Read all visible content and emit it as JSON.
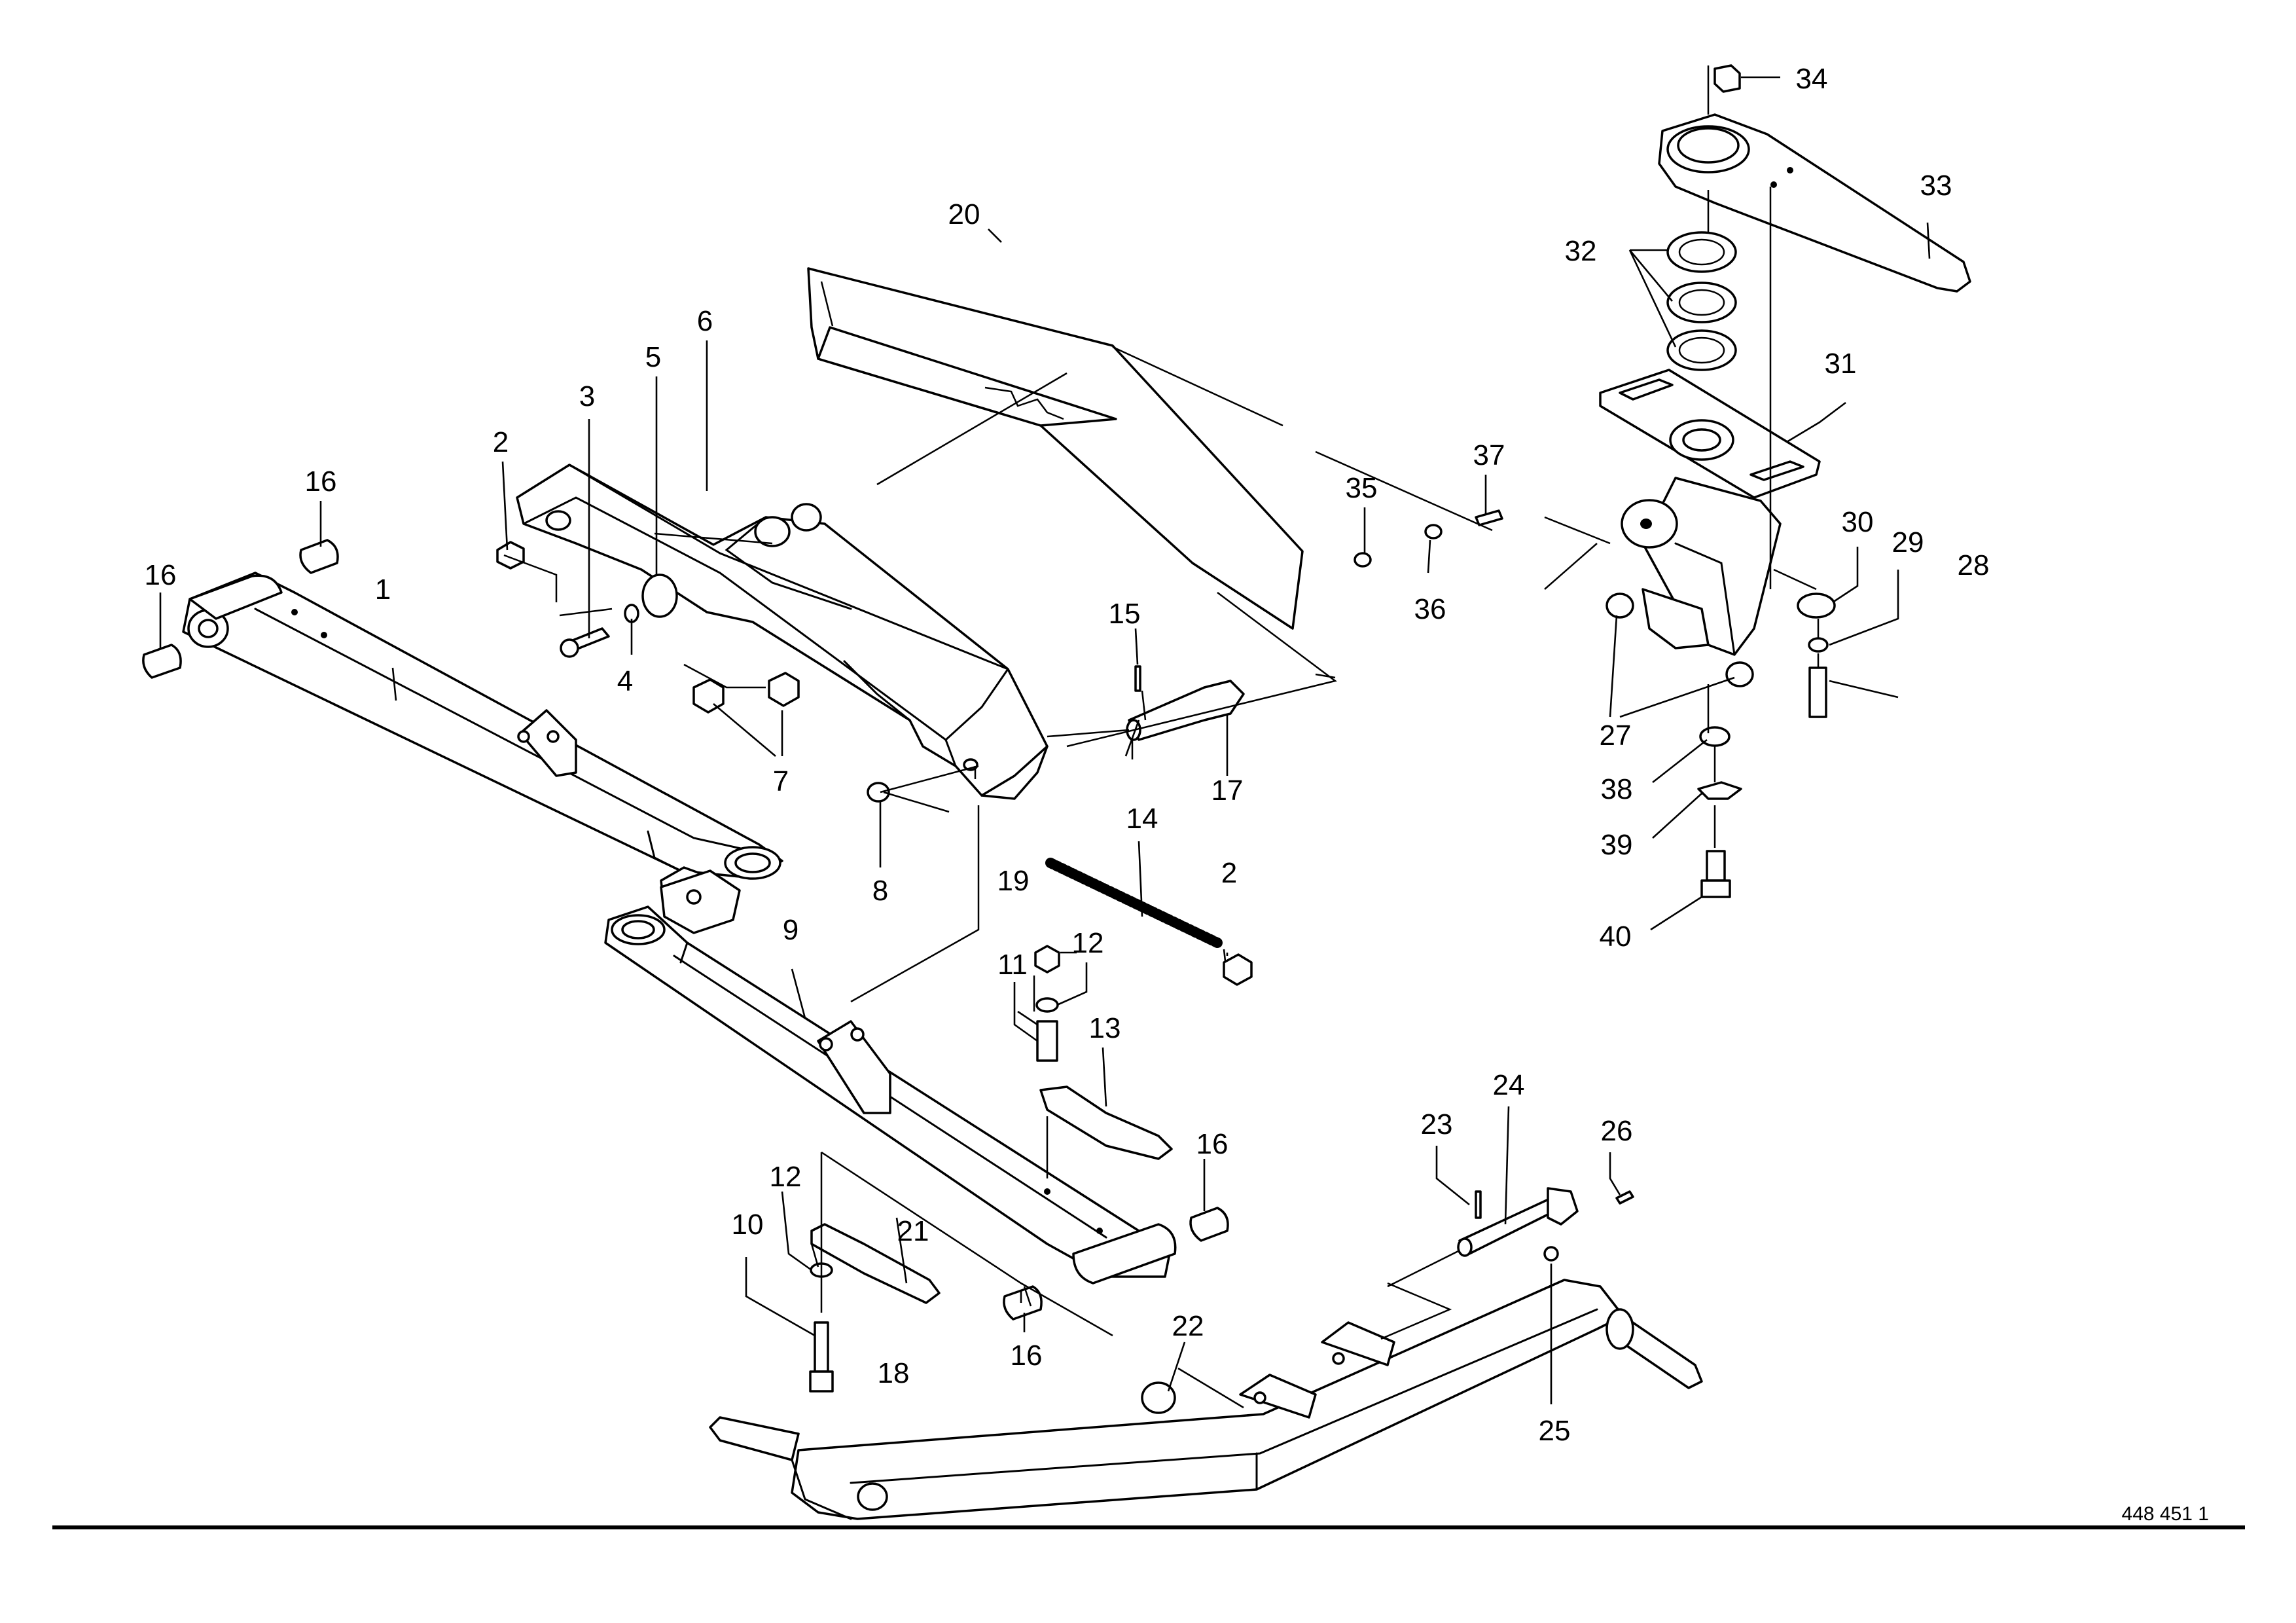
{
  "diagram": {
    "document_id": "448 451 1",
    "callouts": [
      "1",
      "2",
      "3",
      "4",
      "5",
      "6",
      "7",
      "8",
      "9",
      "10",
      "11",
      "12",
      "13",
      "14",
      "15",
      "16",
      "17",
      "18",
      "19",
      "20",
      "21",
      "22",
      "23",
      "24",
      "25",
      "26",
      "27",
      "28",
      "29",
      "30",
      "31",
      "32",
      "33",
      "34",
      "35",
      "36",
      "37",
      "38",
      "39",
      "40"
    ]
  }
}
